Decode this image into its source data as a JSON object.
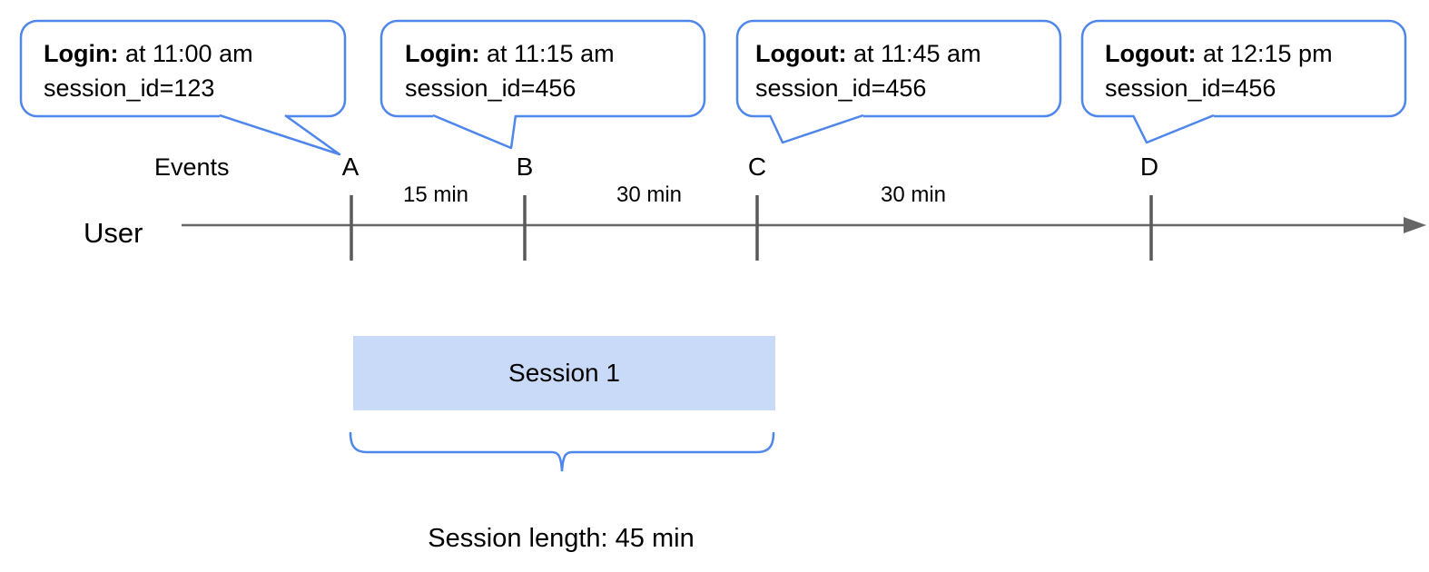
{
  "colors": {
    "callout_border": "#4e86ec",
    "brace": "#4e86ec",
    "timeline_line": "#666666",
    "tick_mark": "#595959",
    "session_box_fill": "#c9daf8",
    "text": "#000000"
  },
  "callouts": [
    {
      "event": "Login:",
      "time": "at 11:00 am",
      "detail": "session_id=123",
      "points_to": "A"
    },
    {
      "event": "Login:",
      "time": "at 11:15 am",
      "detail": "session_id=456",
      "points_to": "B"
    },
    {
      "event": "Logout:",
      "time": "at 11:45 am",
      "detail": "session_id=456",
      "points_to": "C"
    },
    {
      "event": "Logout:",
      "time": "at 12:15 pm",
      "detail": "session_id=456",
      "points_to": "D"
    }
  ],
  "timeline": {
    "axis_label": "User",
    "events_label": "Events",
    "event_markers": [
      "A",
      "B",
      "C",
      "D"
    ],
    "intervals": [
      {
        "between": "A-B",
        "label": "15 min"
      },
      {
        "between": "B-C",
        "label": "30 min"
      },
      {
        "between": "C-D",
        "label": "30 min"
      }
    ]
  },
  "session": {
    "box_label": "Session 1",
    "length_label": "Session length: 45 min"
  }
}
